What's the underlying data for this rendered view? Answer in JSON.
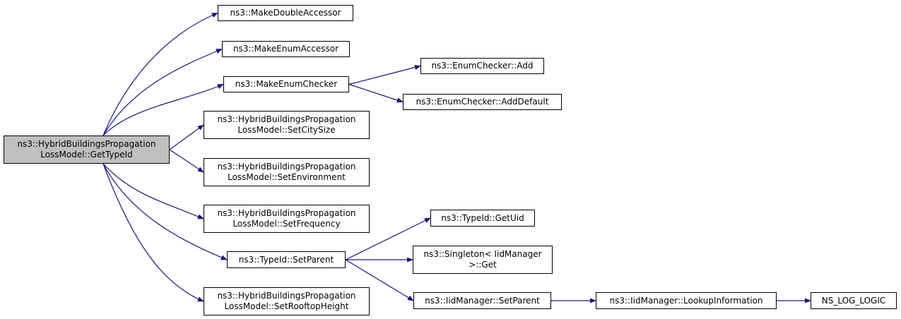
{
  "style": {
    "edge_color": "#191970",
    "root_fill": "#bfbfbf",
    "node_fill": "#ffffff",
    "border_color": "#000000"
  },
  "nodes": {
    "root": "ns3::HybridBuildingsPropagation\nLossModel::GetTypeId",
    "make_double_accessor": "ns3::MakeDoubleAccessor",
    "make_enum_accessor": "ns3::MakeEnumAccessor",
    "make_enum_checker": "ns3::MakeEnumChecker",
    "enum_checker_add": "ns3::EnumChecker::Add",
    "enum_checker_add_default": "ns3::EnumChecker::AddDefault",
    "set_city_size": "ns3::HybridBuildingsPropagation\nLossModel::SetCitySize",
    "set_environment": "ns3::HybridBuildingsPropagation\nLossModel::SetEnvironment",
    "set_frequency": "ns3::HybridBuildingsPropagation\nLossModel::SetFrequency",
    "typeid_set_parent": "ns3::TypeId::SetParent",
    "typeid_get_uid": "ns3::TypeId::GetUid",
    "singleton_get": "ns3::Singleton< IidManager\n>::Get",
    "iidmanager_set_parent": "ns3::IidManager::SetParent",
    "iidmanager_lookup_information": "ns3::IidManager::LookupInformation",
    "ns_log_logic": "NS_LOG_LOGIC",
    "set_rooftop_height": "ns3::HybridBuildingsPropagation\nLossModel::SetRooftopHeight"
  },
  "edges": [
    [
      "root",
      "make_double_accessor"
    ],
    [
      "root",
      "make_enum_accessor"
    ],
    [
      "root",
      "make_enum_checker"
    ],
    [
      "root",
      "set_city_size"
    ],
    [
      "root",
      "set_environment"
    ],
    [
      "root",
      "set_frequency"
    ],
    [
      "root",
      "typeid_set_parent"
    ],
    [
      "root",
      "set_rooftop_height"
    ],
    [
      "make_enum_checker",
      "enum_checker_add"
    ],
    [
      "make_enum_checker",
      "enum_checker_add_default"
    ],
    [
      "typeid_set_parent",
      "typeid_get_uid"
    ],
    [
      "typeid_set_parent",
      "singleton_get"
    ],
    [
      "typeid_set_parent",
      "iidmanager_set_parent"
    ],
    [
      "iidmanager_set_parent",
      "iidmanager_lookup_information"
    ],
    [
      "iidmanager_lookup_information",
      "ns_log_logic"
    ]
  ]
}
